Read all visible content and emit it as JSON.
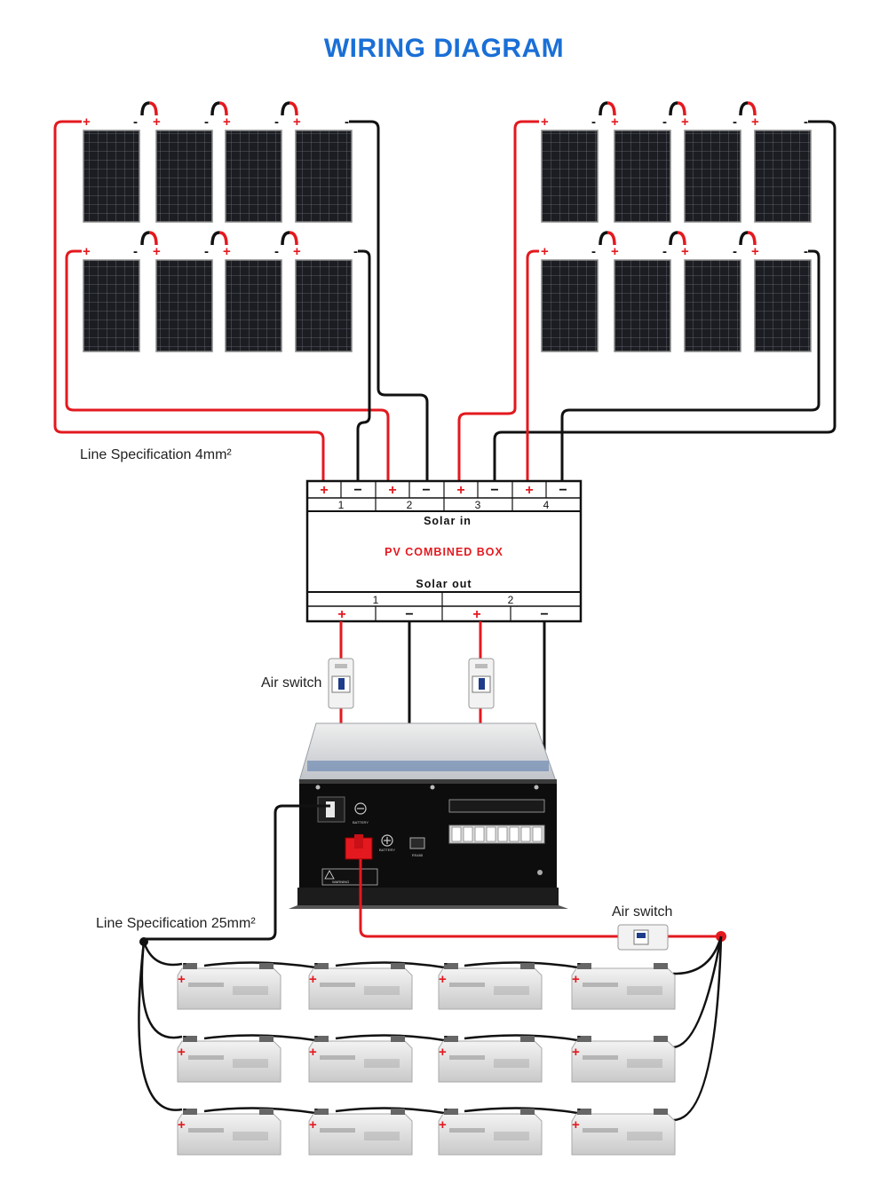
{
  "title": "WIRING DIAGRAM",
  "labels": {
    "line_spec_top": "Line Specification 4mm²",
    "line_spec_bottom": "Line Specification 25mm²",
    "air_switch_left": "Air switch",
    "air_switch_right": "Air switch"
  },
  "combiner_box": {
    "name": "PV COMBINED BOX",
    "solar_in": "Solar in",
    "solar_out": "Solar out",
    "input_numbers": [
      "1",
      "2",
      "3",
      "4"
    ],
    "output_numbers": [
      "1",
      "2"
    ],
    "plus": "+",
    "minus": "−"
  },
  "inverter": {
    "battery_neg_text": "BATTERY",
    "battery_pos_text": "BATTERY",
    "port_text": "RS485",
    "warning_text": "WARNING"
  },
  "colors": {
    "positive_wire": "#e3191f",
    "negative_wire": "#111111",
    "title": "#1a6fd6",
    "box_title": "#e3191f"
  },
  "arrays": {
    "strings": 4,
    "panels_per_string": 4,
    "battery_rows": 3,
    "batteries_per_row": 4
  }
}
